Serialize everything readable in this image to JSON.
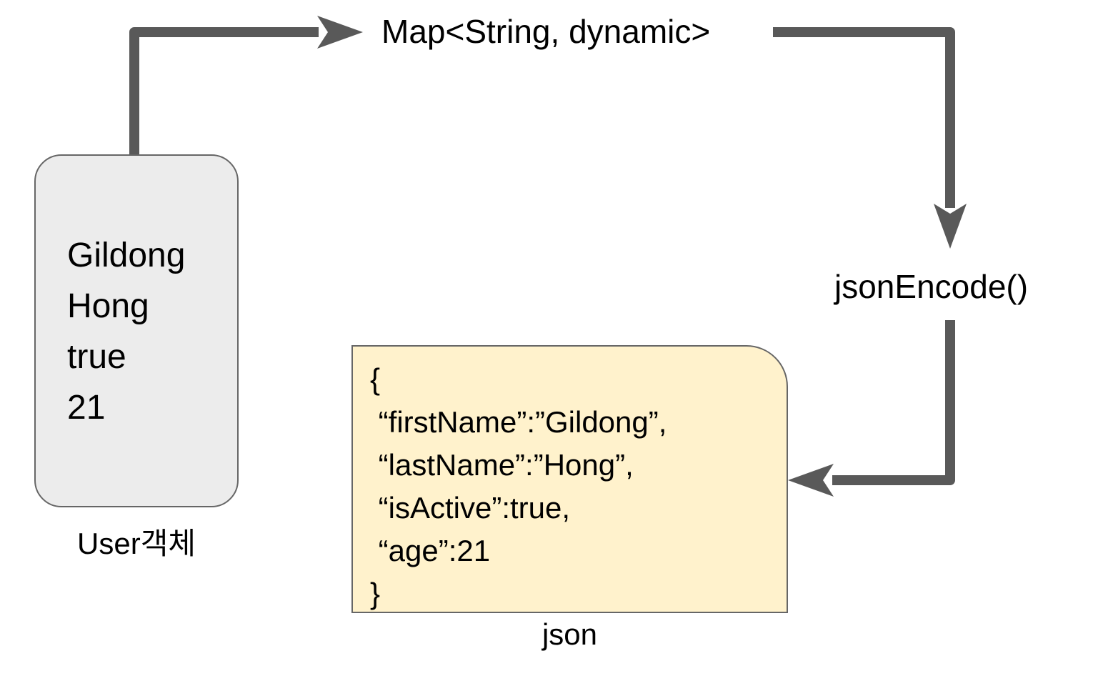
{
  "diagram": {
    "title": "Dart object to JSON encoding flow",
    "background_color": "#ffffff",
    "edge_color": "#595959",
    "nodes": {
      "user_object": {
        "id": "user-object",
        "shape": "rounded-rectangle",
        "fill_color": "#ececec",
        "stroke_color": "#666666",
        "text": "Gildong\nHong\ntrue\n21",
        "lines": [
          "Gildong",
          "Hong",
          "true",
          "21"
        ],
        "caption": "User객체"
      },
      "json_note": {
        "id": "json-note",
        "shape": "note",
        "fill_color": "#fff2cc",
        "stroke_color": "#666666",
        "text": "{\n “firstName”:”Gildong”,\n “lastName”:”Hong”,\n “isActive”:true,\n “age”:21\n}",
        "lines": [
          "{",
          " “firstName”:”Gildong”,",
          " “lastName”:”Hong”,",
          " “isActive”:true,",
          " “age”:21",
          "}"
        ],
        "caption": "json"
      }
    },
    "edge_labels": {
      "map_type": "Map<String, dynamic>",
      "json_encode": "jsonEncode()"
    },
    "edges": [
      {
        "id": "user-to-map",
        "from": "user-object",
        "to": "map_type",
        "arrowhead": "classic",
        "direction": "right"
      },
      {
        "id": "map-to-encode",
        "from": "map_type",
        "to": "json_encode",
        "arrowhead": "classic",
        "direction": "down"
      },
      {
        "id": "encode-to-json",
        "from": "json_encode",
        "to": "json-note",
        "arrowhead": "classic",
        "direction": "left"
      }
    ]
  }
}
